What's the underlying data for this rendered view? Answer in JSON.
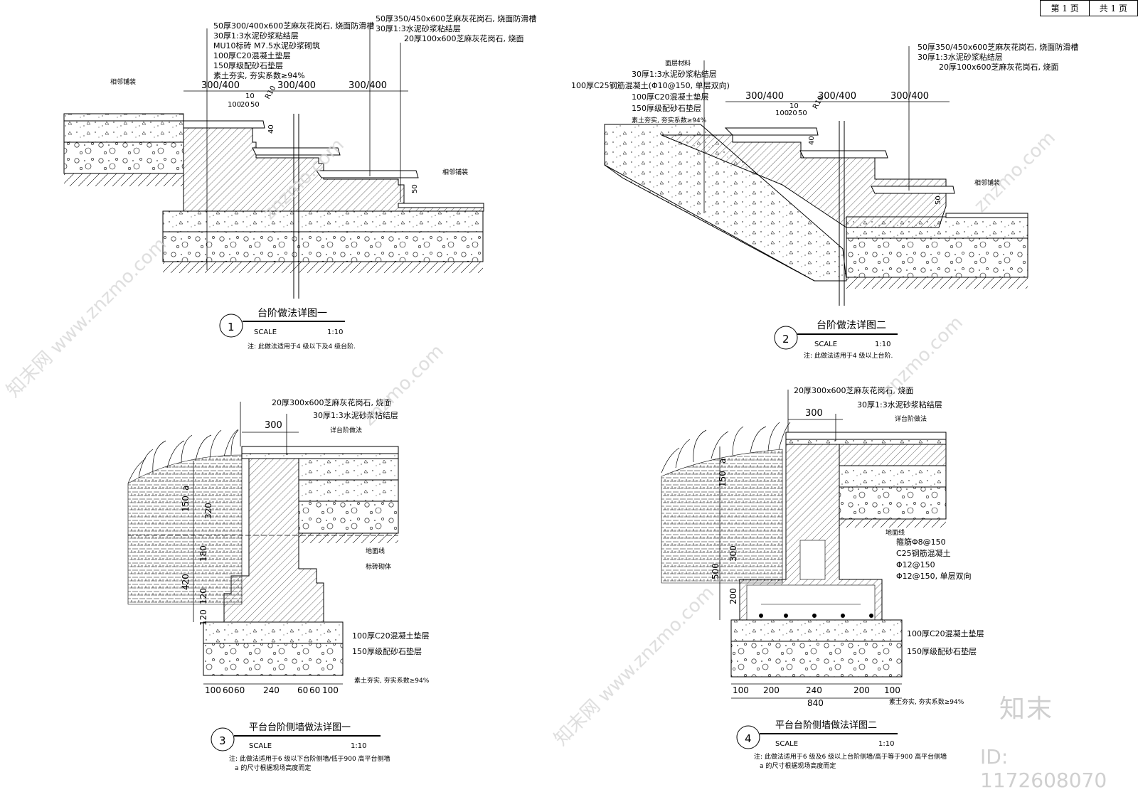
{
  "pager": {
    "page": "第 1 页",
    "total": "共 1 页"
  },
  "watermark": {
    "logo": "知末",
    "id": "ID: 1172608070",
    "site": "znzmo.com",
    "site_cn": "知末网 www.znzmo.com"
  },
  "d1": {
    "num": "1",
    "title": "台阶做法详图一",
    "scale": "SCALE",
    "ratio": "1:10",
    "note": "注: 此做法适用于4 级以下及4 级台阶.",
    "leaders": [
      "50厚300/400x600芝麻灰花岗石, 烧面防滑槽",
      "30厚1:3水泥砂浆粘结层",
      "MU10标砖 M7.5水泥砂浆砌筑",
      "100厚C20混凝土垫层",
      "150厚级配砂石垫层",
      "素土夯实, 夯实系数≥94%"
    ],
    "top_right": [
      "50厚350/450x600芝麻灰花岗石, 烧面防滑槽",
      "30厚1:3水泥砂浆粘结层",
      "20厚100x600芝麻灰花岗石, 烧面"
    ],
    "dims": [
      "300/400",
      "300/400",
      "300/400",
      "10",
      "100",
      "20",
      "50",
      "R10",
      "40",
      "50"
    ],
    "side_labels": [
      "相邻铺装",
      "相邻铺装"
    ]
  },
  "d2": {
    "num": "2",
    "title": "台阶做法详图二",
    "scale": "SCALE",
    "ratio": "1:10",
    "note": "注: 此做法适用于4 级以上台阶.",
    "leaders": [
      "面层材料",
      "30厚1:3水泥砂浆粘结层",
      "100厚C25钢筋混凝土(Φ10@150, 单层双向)",
      "100厚C20混凝土垫层",
      "150厚级配砂石垫层",
      "素土夯实, 夯实系数≥94%"
    ],
    "top_right": [
      "50厚350/450x600芝麻灰花岗石, 烧面防滑槽",
      "30厚1:3水泥砂浆粘结层",
      "20厚100x600芝麻灰花岗石, 烧面"
    ],
    "dims": [
      "300/400",
      "300/400",
      "300/400",
      "10",
      "100",
      "20",
      "50",
      "R10",
      "40",
      "50"
    ],
    "side_labels": [
      "相邻铺装"
    ]
  },
  "d3": {
    "num": "3",
    "title": "平台台阶侧墙做法详图一",
    "scale": "SCALE",
    "ratio": "1:10",
    "notes": [
      "注: 此做法适用于6 级以下台阶侧墙/低于900 高平台侧墙",
      "a 的尺寸根据现场高度而定"
    ],
    "leaders": [
      "20厚300x600芝麻灰花岗石, 烧面",
      "30厚1:3水泥砂浆粘结层",
      "详台阶做法",
      "地面线",
      "标砖砌体",
      "100厚C20混凝土垫层",
      "150厚级配砂石垫层",
      "素土夯实, 夯实系数≥94%"
    ],
    "dims_top": "300",
    "dims_v": [
      "150",
      "a",
      "320",
      "180",
      "420",
      "120",
      "120"
    ],
    "dims_bottom": [
      "100",
      "60",
      "60",
      "240",
      "60",
      "60",
      "100"
    ]
  },
  "d4": {
    "num": "4",
    "title": "平台台阶侧墙做法详图二",
    "scale": "SCALE",
    "ratio": "1:10",
    "notes": [
      "注: 此做法适用于6 级及6 级以上台阶侧墙/高于等于900 高平台侧墙",
      "a 的尺寸根据现场高度而定"
    ],
    "leaders": [
      "20厚300x600芝麻灰花岗石, 烧面",
      "30厚1:3水泥砂浆粘结层",
      "详台阶做法",
      "地面线",
      "箍筋Φ8@150",
      "C25钢筋混凝土",
      "Φ12@150",
      "Φ12@150, 单层双向",
      "100厚C20混凝土垫层",
      "150厚级配砂石垫层",
      "素土夯实, 夯实系数≥94%"
    ],
    "dims_top": "300",
    "dims_v": [
      "150",
      "a",
      "300",
      "500",
      "200"
    ],
    "dims_bottom": [
      "100",
      "200",
      "240",
      "200",
      "100"
    ],
    "dims_total": "840"
  }
}
